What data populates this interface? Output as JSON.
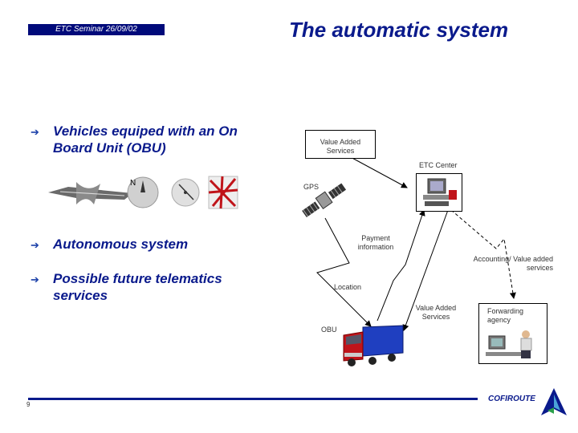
{
  "header": {
    "seminar": "ETC Seminar 26/09/02",
    "title": "The automatic system"
  },
  "bullets": {
    "b1_line1": "Vehicles equiped with an On",
    "b1_line2": "Board Unit (OBU)",
    "b2": "Autonomous system",
    "b3_line1": "Possible future telematics",
    "b3_line2": "services"
  },
  "diagram": {
    "value_added_box_line1": "Value  Added",
    "value_added_box_line2": "Services",
    "etc_center": "ETC Center",
    "gps": "GPS",
    "payment_line1": "Payment",
    "payment_line2": "information",
    "accounting_line1": "Accounting/ Value added",
    "accounting_line2": "services",
    "location": "Location",
    "vas_line1": "Value Added",
    "vas_line2": "Services",
    "forwarding_line1": "Forwarding",
    "forwarding_line2": "agency",
    "obu": "OBU",
    "compass_label": "N"
  },
  "footer": {
    "page": "9",
    "logo": "COFIROUTE"
  },
  "colors": {
    "navy": "#0a1a8c",
    "truck_blue": "#1f3fc0",
    "truck_red": "#c0141a"
  }
}
